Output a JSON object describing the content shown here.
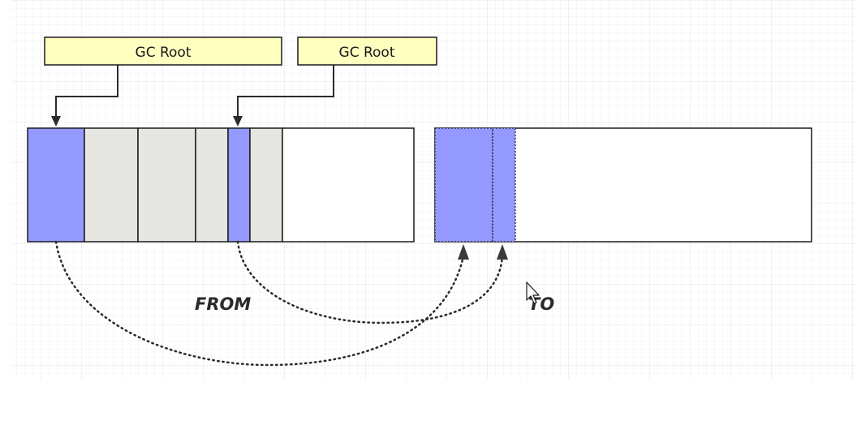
{
  "gc_roots": [
    {
      "label": "GC Root"
    },
    {
      "label": "GC Root"
    }
  ],
  "regions": {
    "from_label": "FROM",
    "to_label": "TO"
  },
  "colors": {
    "live_object": "#9399ff",
    "dead_object": "#e6e6e2",
    "empty": "#ffffff",
    "gc_root_fill": "#ffffc0",
    "grid": "#e9e9e9",
    "stroke": "#1a1a1a"
  },
  "from_space": {
    "blocks": [
      {
        "state": "live"
      },
      {
        "state": "dead"
      },
      {
        "state": "dead"
      },
      {
        "state": "dead"
      },
      {
        "state": "live"
      },
      {
        "state": "dead"
      },
      {
        "state": "empty"
      }
    ]
  },
  "to_space": {
    "blocks": [
      {
        "state": "live"
      },
      {
        "state": "live"
      },
      {
        "state": "empty"
      }
    ]
  },
  "cursor_icon": "mouse-pointer-icon"
}
